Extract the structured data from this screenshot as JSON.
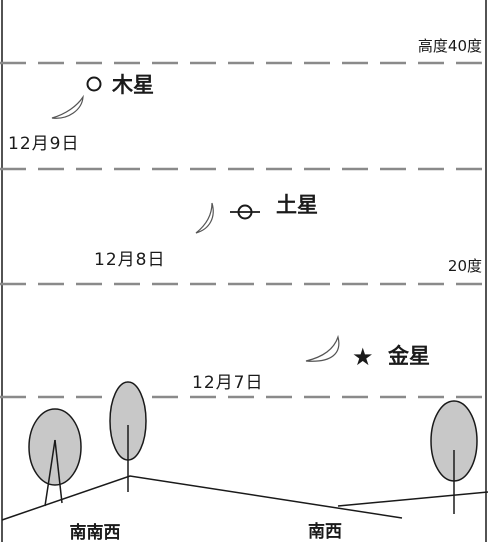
{
  "altitude_labels": {
    "top": "高度40度",
    "mid": "20度"
  },
  "planets": {
    "jupiter": "木星",
    "saturn": "土星",
    "venus": "金星"
  },
  "moon_dates": {
    "dec9": "12月9日",
    "dec8": "12月8日",
    "dec7": "12月7日"
  },
  "directions": {
    "south_southwest": "南南西",
    "southwest": "南西"
  },
  "colors": {
    "line": "#1a1a1a",
    "dashed_line": "#8a8a8a",
    "tree_fill": "#c8c8c8",
    "moon_stroke": "#555555"
  }
}
